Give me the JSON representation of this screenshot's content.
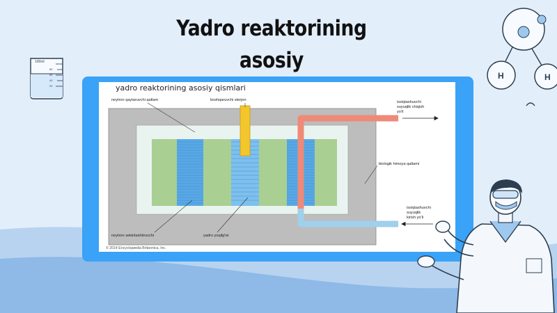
{
  "slide": {
    "title_line1": "Yadro reaktorining asosiy",
    "title_line2": "tuzilishi"
  },
  "diagram": {
    "title": "yadro reaktorining asosiy qismlari",
    "labels": {
      "reflector": "neytron qaytaruvchi qatlam",
      "control_rod": "boshqaruvchi sterjen",
      "coolant_out_1": "issiqtashuvchi",
      "coolant_out_2": "suyuqlik chiqish",
      "coolant_out_3": "yo'li",
      "shield": "biologik himoya qatlami",
      "coolant_in_1": "issiqtashuvchi",
      "coolant_in_2": "suyuqlik",
      "coolant_in_3": "kirish yo'li",
      "moderator": "neytron sekinlashtiruvchi",
      "fuel": "yadro yoqilg'isi"
    },
    "copyright": "© 2014 Encyclopædia Britannica, Inc."
  },
  "decor": {
    "beaker_marks": [
      "100ml",
      "80",
      "60",
      "40",
      "20"
    ],
    "molecule_letters": [
      "H",
      "H"
    ]
  },
  "colors": {
    "background": "#e3eefb",
    "frame": "#3aa2f7",
    "shield": "#bdbdbd",
    "reflector": "#e9f4f1",
    "moderator": "#a9cf93",
    "fuel": "#5aa9e6",
    "pipe_hot": "#ef8a78",
    "pipe_cold": "#9fd0ec",
    "control_rod": "#f3c62d"
  }
}
